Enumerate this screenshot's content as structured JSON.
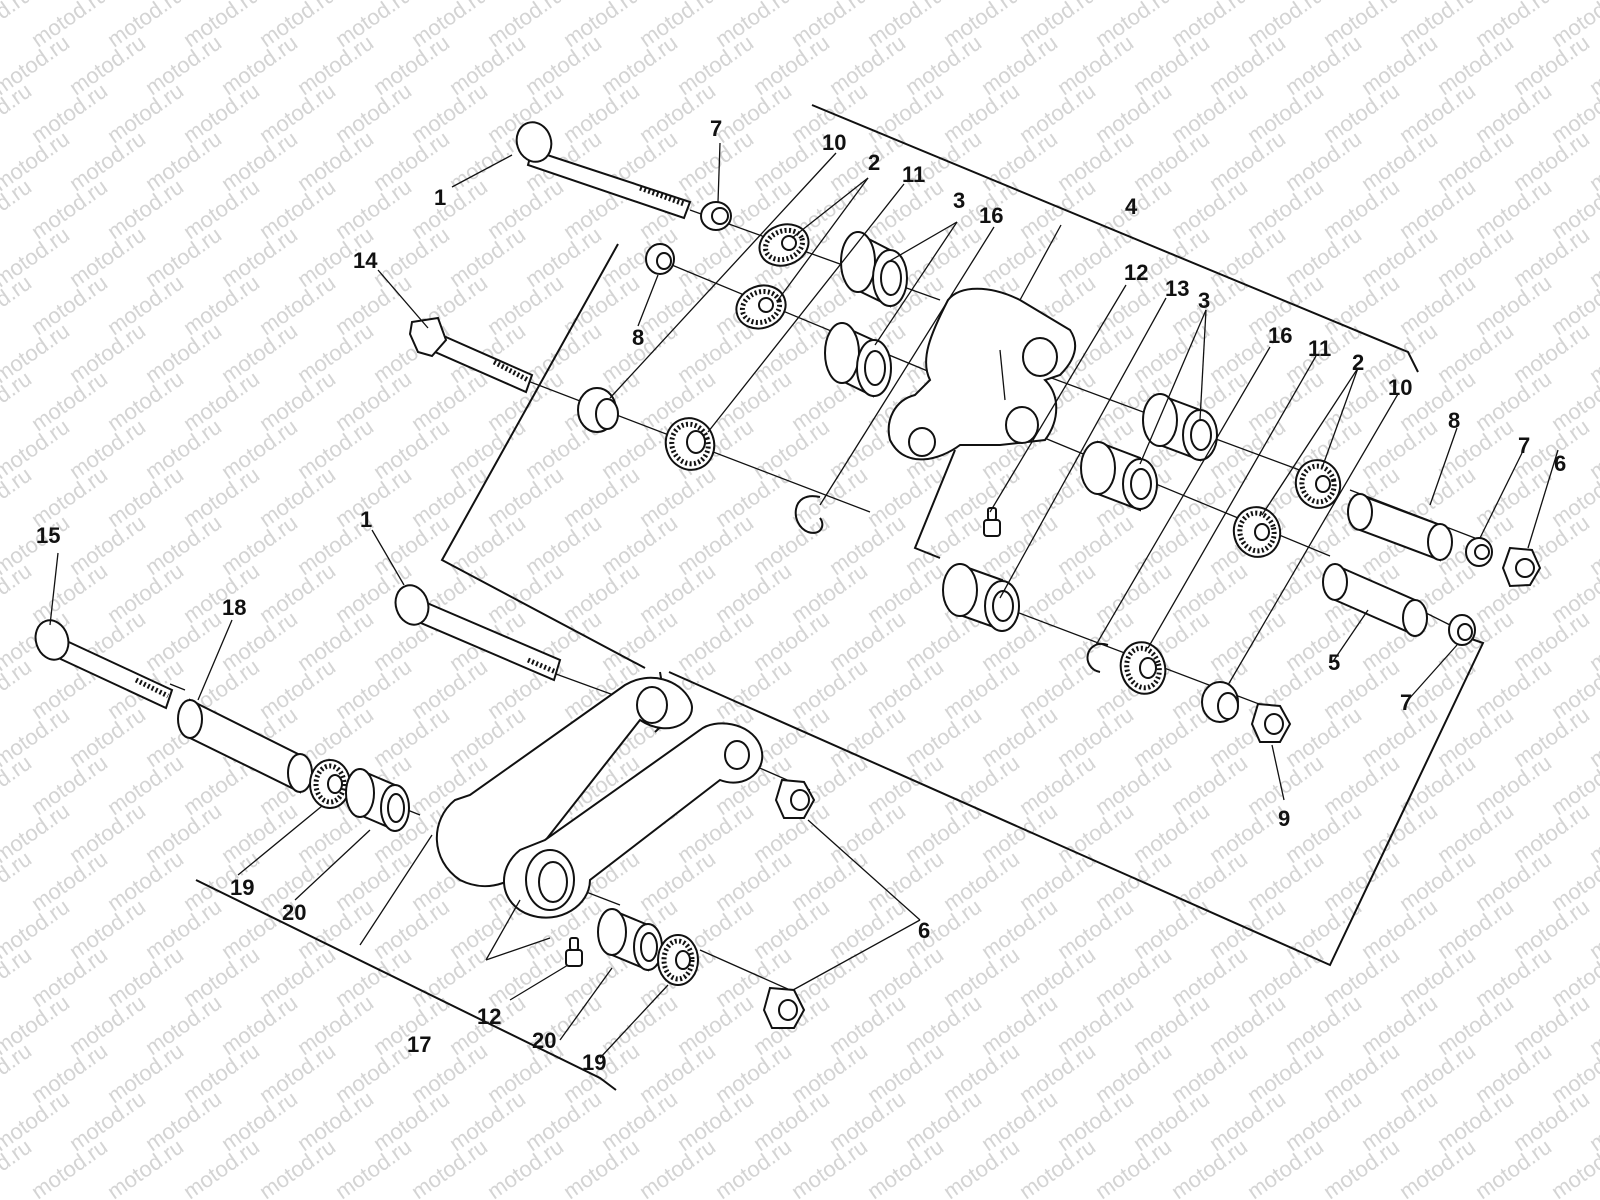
{
  "watermark": {
    "text": "motod.ru"
  },
  "labels": {
    "l1a": "1",
    "l7a": "7",
    "l10a": "10",
    "l2a": "2",
    "l11a": "11",
    "l3a": "3",
    "l16a": "16",
    "l4": "4",
    "l14": "14",
    "l8a": "8",
    "l12a": "12",
    "l13": "13",
    "l3b": "3",
    "l16b": "16",
    "l11b": "11",
    "l2b": "2",
    "l10b": "10",
    "l8b": "8",
    "l7b": "7",
    "l6a": "6",
    "l5": "5",
    "l7c": "7",
    "l9": "9",
    "l15": "15",
    "l1b": "1",
    "l18": "18",
    "l19a": "19",
    "l20a": "20",
    "l6b": "6",
    "l12b": "12",
    "l17": "17",
    "l20b": "20",
    "l19b": "19"
  },
  "colors": {
    "ink": "#111111",
    "paper": "#ffffff",
    "watermark": "#d4d4d4"
  }
}
